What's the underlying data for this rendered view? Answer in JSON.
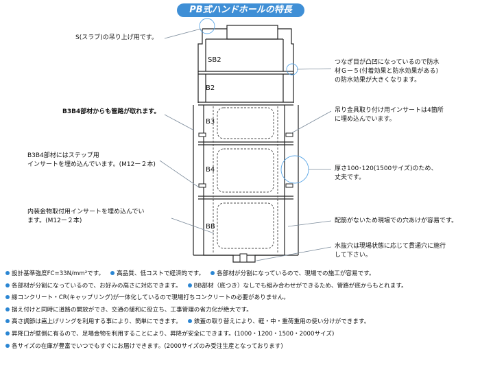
{
  "title": "PB式ハンドホールの特長",
  "diagram": {
    "section_labels": [
      "SB2",
      "B2",
      "B3",
      "B4",
      "BB"
    ],
    "callouts_left": [
      "S(スラブ)の吊り上げ用です。",
      "B3B4部材からも管路が取れます。",
      "B3B4部材にはステップ用\nインサートを埋め込んでいます。(M12ー２本)",
      "内装金物取付用インサートを埋め込んでい\nます。(M12ー２本)"
    ],
    "callouts_right": [
      "つなぎ目が凸凹になっているので防水\n材Ｇー５(付着効果と防水効果がある)\nの防水効果が大きくなります。",
      "吊り金具取り付け用インサートは4箇所\nに埋め込んでいます。",
      "厚さ100･120(1500サイズ)のため、\n丈夫です。",
      "配筋がないため現場での穴あけが容易です。",
      "水抜穴は現場状態に応じて貫通穴に施行\nして下さい。"
    ]
  },
  "notes": [
    [
      "設計基準強度FC=33N/mm²です。",
      "高品質、低コストで経済的です。",
      "各部材が分割になっているので、現場での施工が容易です。"
    ],
    [
      "各部材が分割になっているので、お好みの高さに対応できます。",
      "BB部材（底つき）なしでも組み合わせができるため、管路が底からもとれます。"
    ],
    [
      "縁コンクリート・CR(キャップリング)が一体化しているので現場打ちコンクリートの必要がありません。"
    ],
    [
      "据え付けと同時に道路の開放ができ、交通の緩和に役立ち、工事管理の省力化が絶大です。"
    ],
    [
      "高さ調節は嵩上げリングを利用する事により、簡単にできます。",
      "鉄蓋の取り替えにより、軽・中・重荷重用の使い分けができます。"
    ],
    [
      "昇降口が壁側に有るので、足場金物を利用することにより、昇降が安全にできます。(1000・1200・1500・2000サイズ)"
    ],
    [
      "各サイズの在庫が豊富でいつでもすぐにお届けできます。(2000サイズのみ受注生産となっております)"
    ]
  ],
  "colors": {
    "accent": "#3f8fd6",
    "bullet": "#2b86d3",
    "line": "#222222",
    "callout_line": "#7a8a9a"
  }
}
